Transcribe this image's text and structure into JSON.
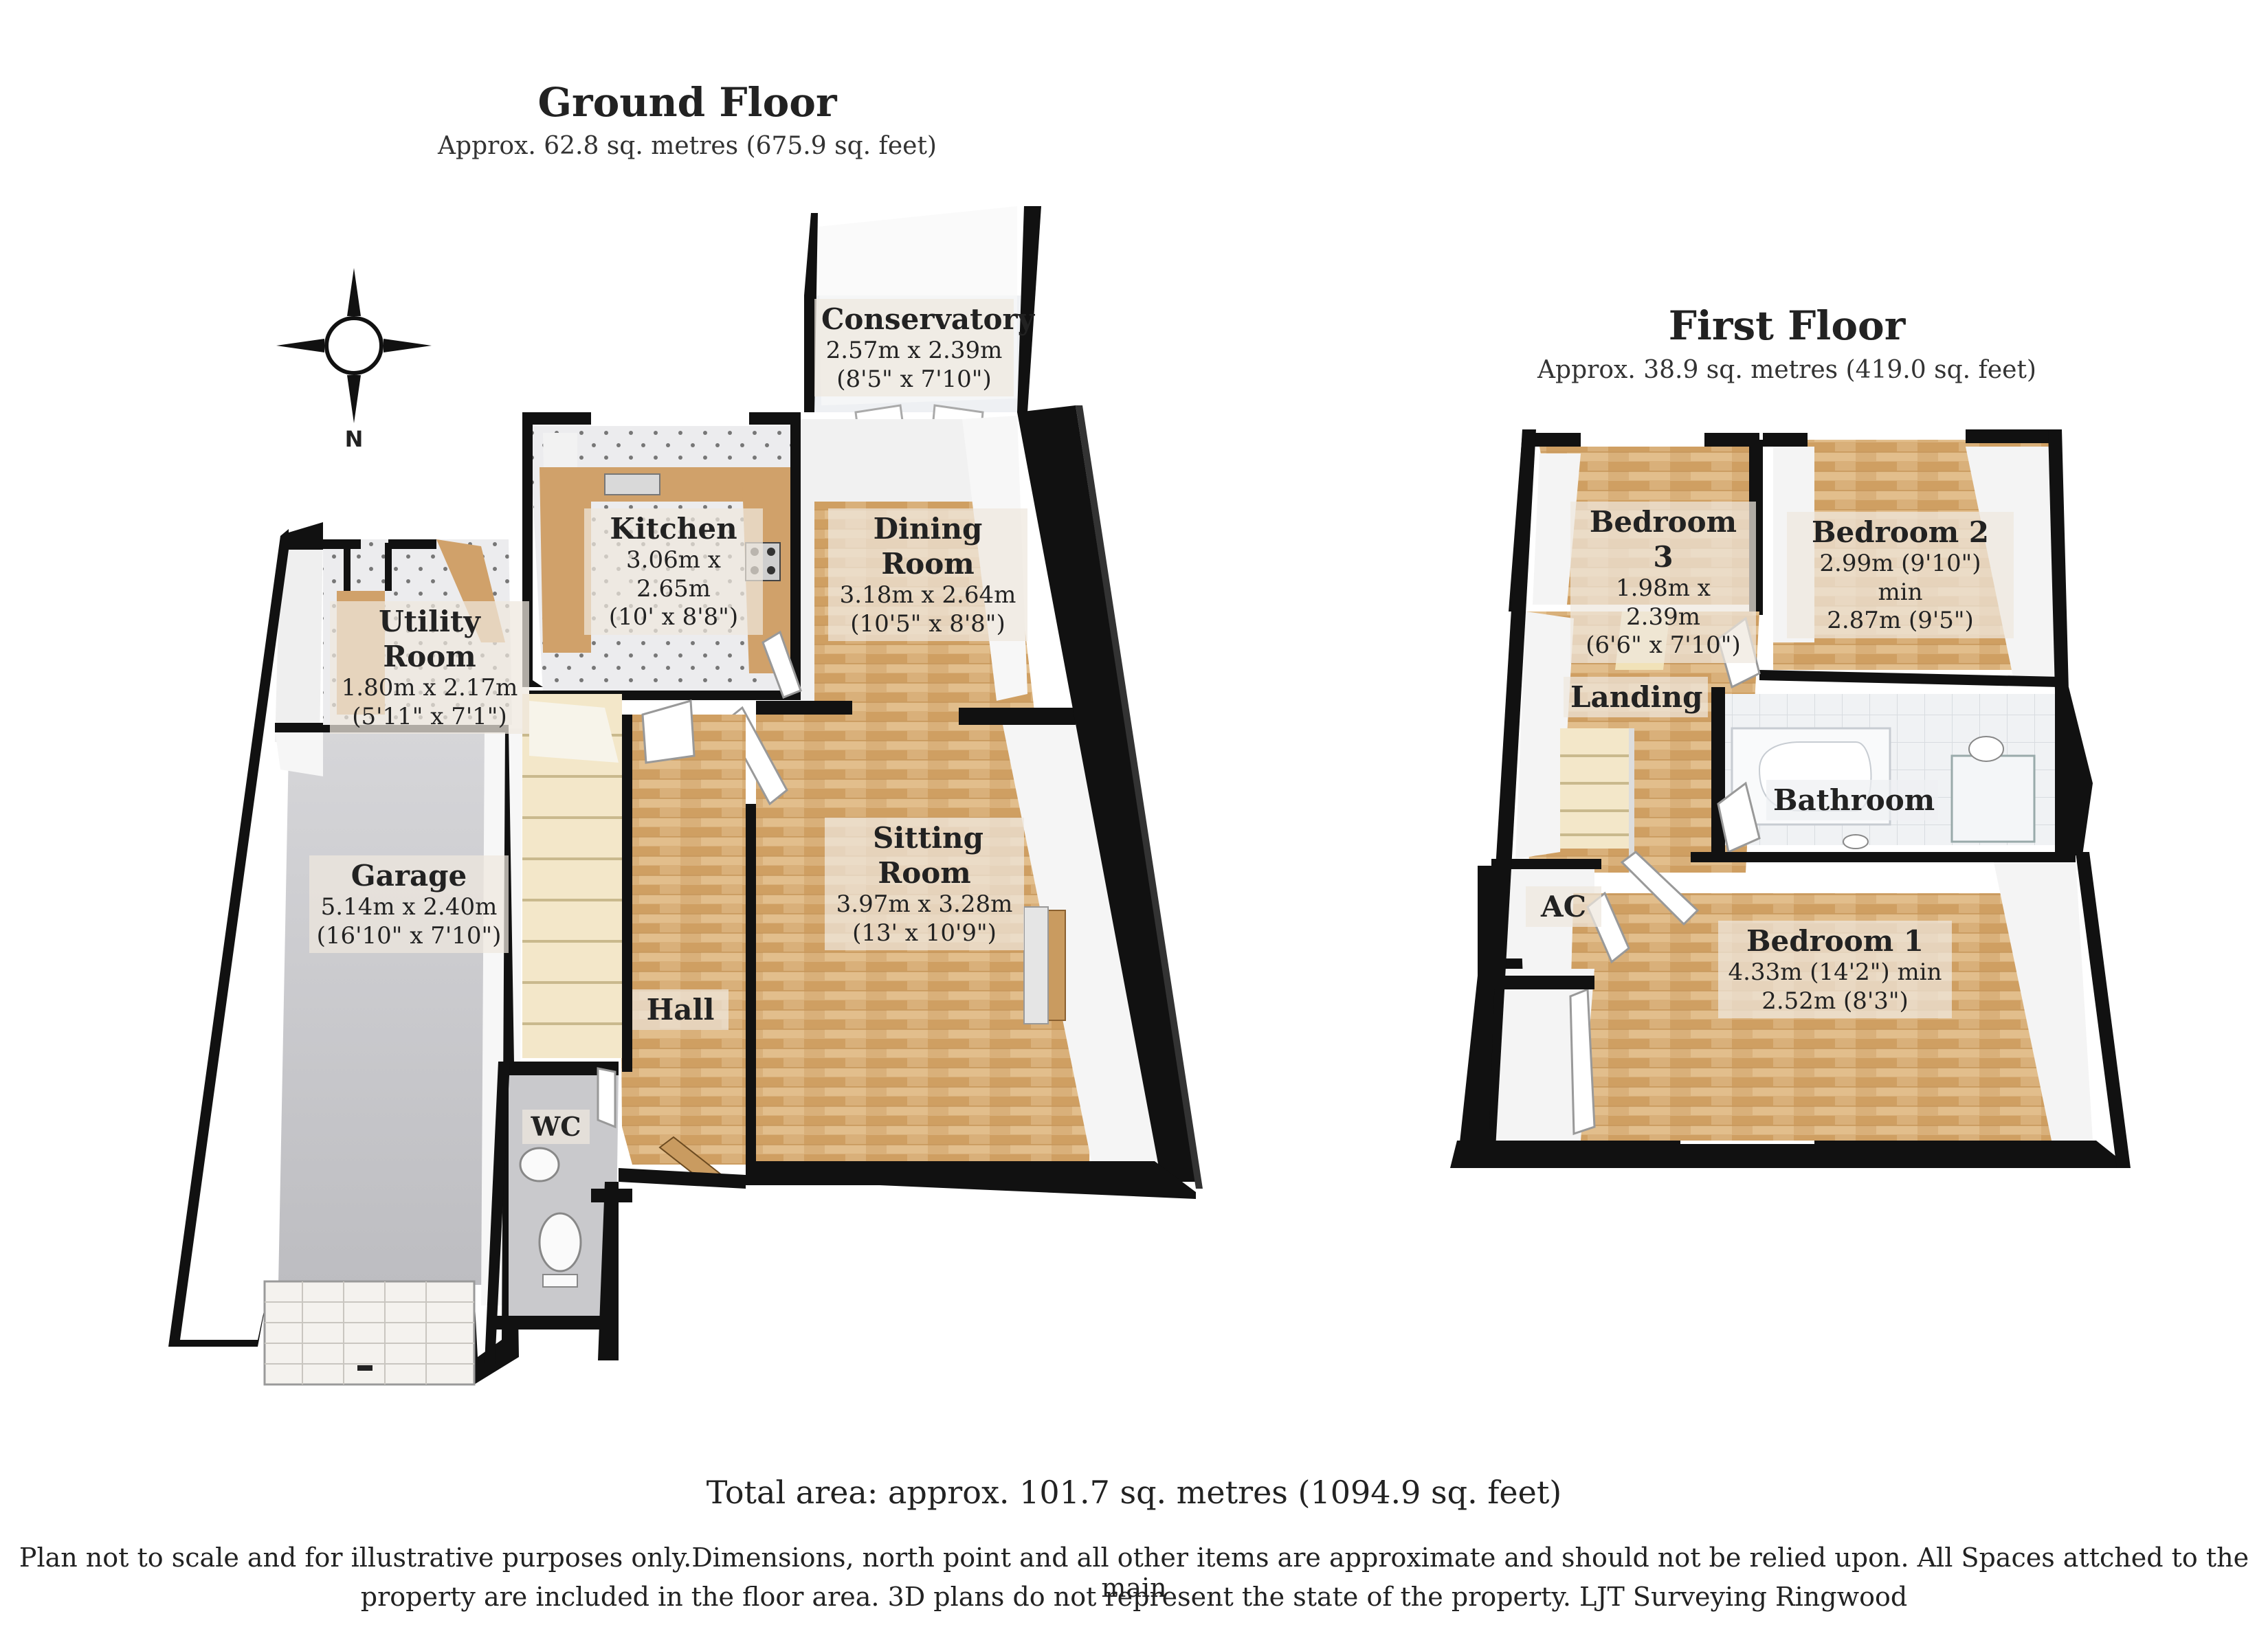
{
  "ground_floor": {
    "title": "Ground Floor",
    "area": "Approx.  62.8 sq. metres (675.9 sq. feet)",
    "rooms": [
      {
        "name": "Conservatory",
        "dims": [
          "2.57m x 2.39m",
          "(8'5\" x 7'10\")"
        ]
      },
      {
        "name": "Kitchen",
        "dims": [
          "3.06m x 2.65m",
          "(10' x 8'8\")"
        ]
      },
      {
        "name": "Dining Room",
        "dims": [
          "3.18m x 2.64m",
          "(10'5\" x 8'8\")"
        ]
      },
      {
        "name": "Utility Room",
        "dims": [
          "1.80m x 2.17m",
          "(5'11\" x 7'1\")"
        ]
      },
      {
        "name": "Garage",
        "dims": [
          "5.14m x 2.40m",
          "(16'10\" x 7'10\")"
        ]
      },
      {
        "name": "Sitting Room",
        "dims": [
          "3.97m x 3.28m",
          "(13' x 10'9\")"
        ]
      },
      {
        "name": "Hall",
        "dims": []
      },
      {
        "name": "WC",
        "dims": []
      }
    ]
  },
  "first_floor": {
    "title": "First Floor",
    "area": "Approx.  38.9 sq. metres (419.0 sq. feet)",
    "rooms": [
      {
        "name": "Bedroom 3",
        "dims": [
          "1.98m x 2.39m",
          "(6'6\" x 7'10\")"
        ]
      },
      {
        "name": "Bedroom 2",
        "dims": [
          "2.99m (9'10\") min",
          "2.87m (9'5\")"
        ]
      },
      {
        "name": "Landing",
        "dims": []
      },
      {
        "name": "Bathroom",
        "dims": []
      },
      {
        "name": "AC",
        "dims": []
      },
      {
        "name": "Bedroom 1",
        "dims": [
          "4.33m (14'2\") min",
          "2.52m (8'3\")"
        ]
      }
    ]
  },
  "compass_label": "N",
  "total_area": "Total area: approx. 101.7 sq. metres (1094.9 sq. feet)",
  "disclaimer": [
    "Plan not to scale and for illustrative purposes only.Dimensions, north point and all other items are approximate and should not be relied upon. All Spaces attched to the main",
    "property are included in the floor area. 3D plans do not represent the state of the property. LJT Surveying Ringwood"
  ],
  "colors": {
    "wall": "#111111",
    "wood": "#d9b07a",
    "wood_dark": "#c79458",
    "tile": "#e9e9ea",
    "garage_floor": "#c9c9cc",
    "wall_face": "#f4f4f4"
  }
}
